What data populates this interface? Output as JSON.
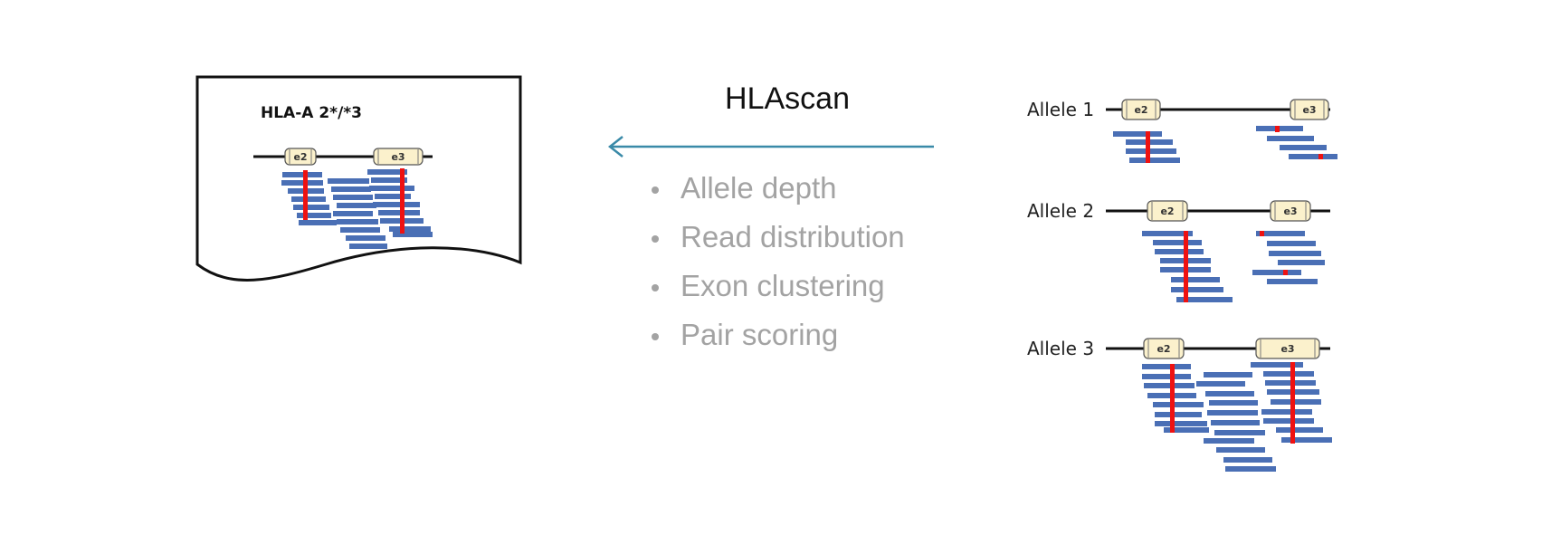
{
  "document": {
    "title": "HLA-A 2*/*3"
  },
  "tool": {
    "name": "HLAscan"
  },
  "features": [
    "Allele depth",
    "Read distribution",
    "Exon clustering",
    "Pair scoring"
  ],
  "alleles": [
    {
      "label": "Allele 1"
    },
    {
      "label": "Allele 2"
    },
    {
      "label": "Allele 3"
    }
  ],
  "exons": {
    "e2": "e2",
    "e3": "e3"
  },
  "colors": {
    "read": "#4a6fb5",
    "variant": "#ee1111",
    "exon_fill": "#fbf1cc",
    "arrow": "#3a8aa8",
    "line": "#111111"
  }
}
